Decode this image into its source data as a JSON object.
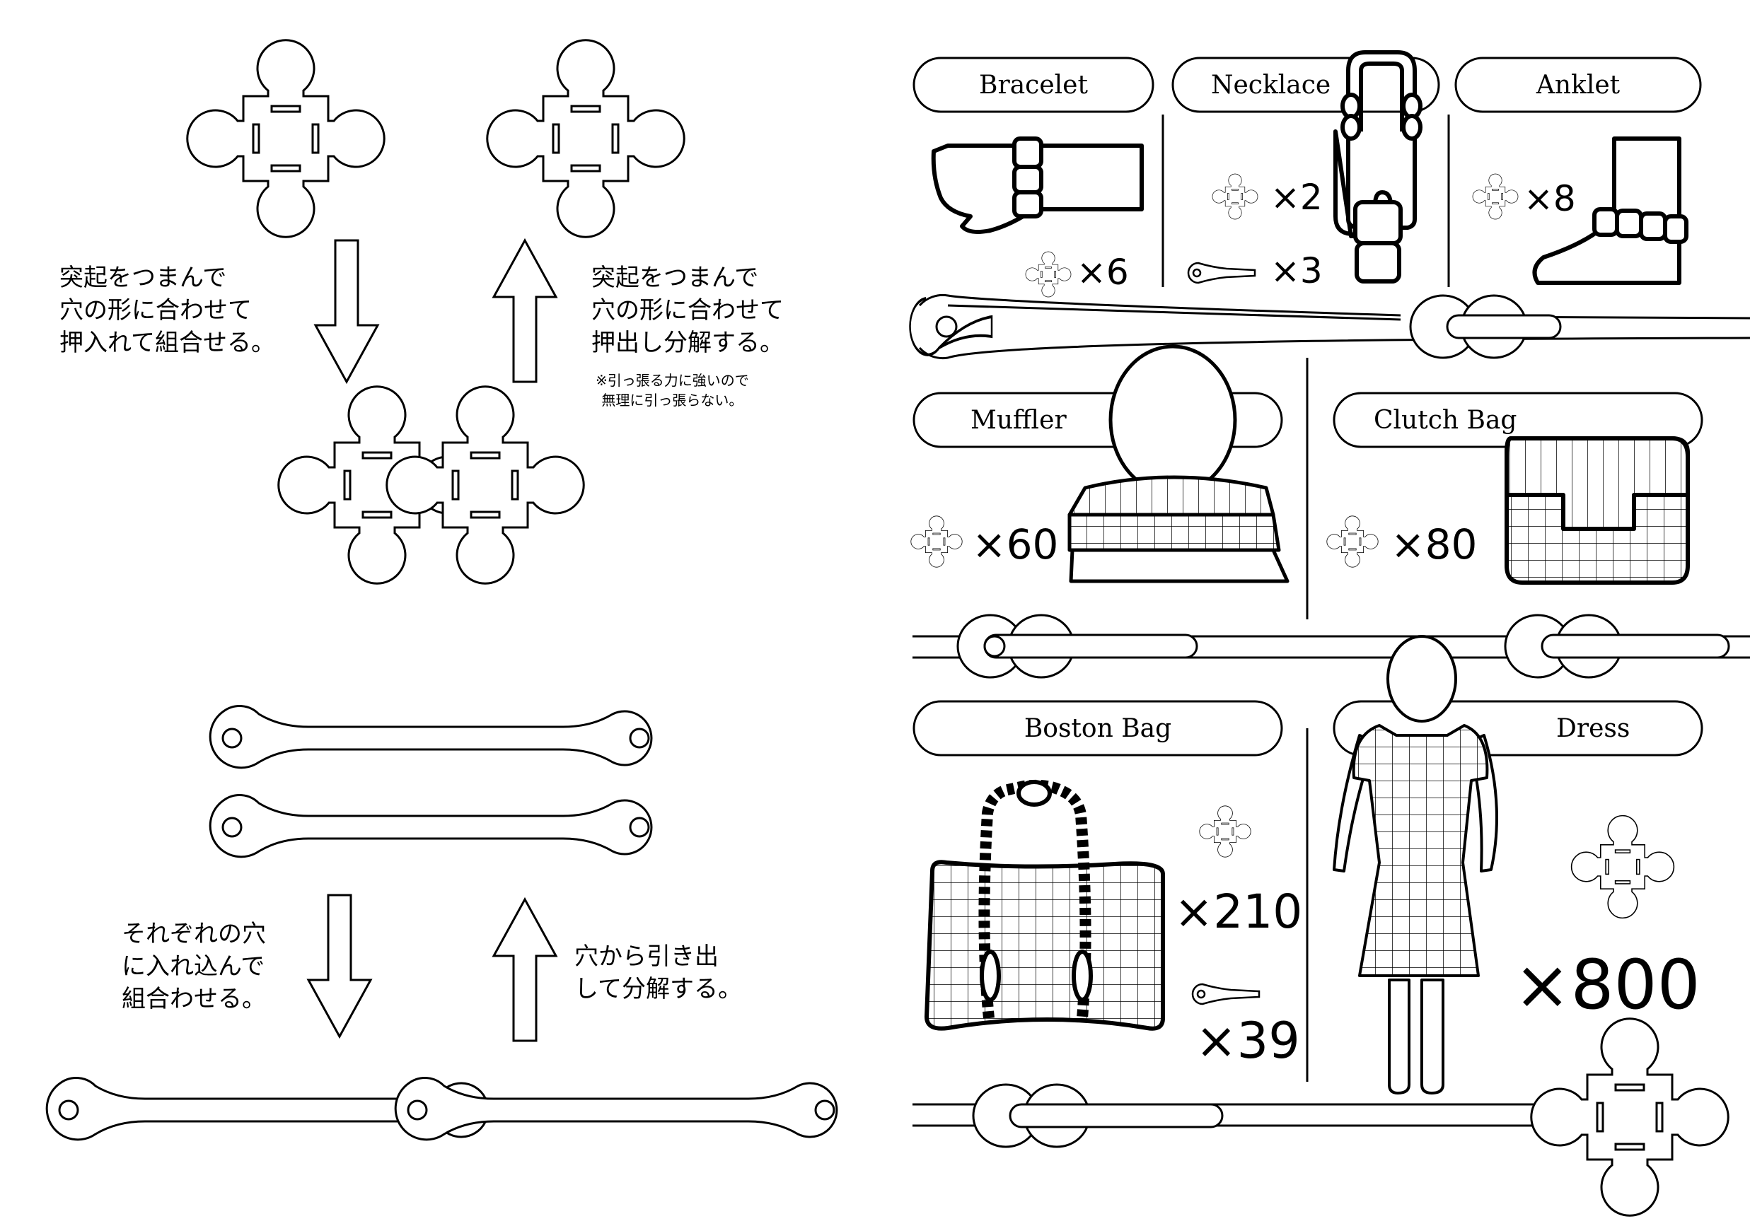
{
  "instructions": {
    "cube_join": "突起をつまんで\n穴の形に合わせて\n押入れて組合せる。",
    "cube_split": "突起をつまんで\n穴の形に合わせて\n押出し分解する。",
    "cube_split_note": "※引っ張る力に強いので\n無理に引っ張らない。",
    "link_join": "それぞれの穴\nに入れ込んで\n組合わせる。",
    "link_split": "穴から引き出\nして分解する。"
  },
  "items": {
    "bracelet": {
      "label": "Bracelet",
      "cube_count": "×6"
    },
    "necklace": {
      "label": "Necklace",
      "cube_count": "×2",
      "link_count": "×3"
    },
    "anklet": {
      "label": "Anklet",
      "cube_count": "×8"
    },
    "muffler": {
      "label": "Muffler",
      "cube_count": "×60"
    },
    "clutch_bag": {
      "label": "Clutch Bag",
      "cube_count": "×80"
    },
    "boston_bag": {
      "label": "Boston Bag",
      "cube_count": "×210",
      "link_count": "×39"
    },
    "dress": {
      "label": "Dress",
      "cube_count": "×800"
    }
  }
}
